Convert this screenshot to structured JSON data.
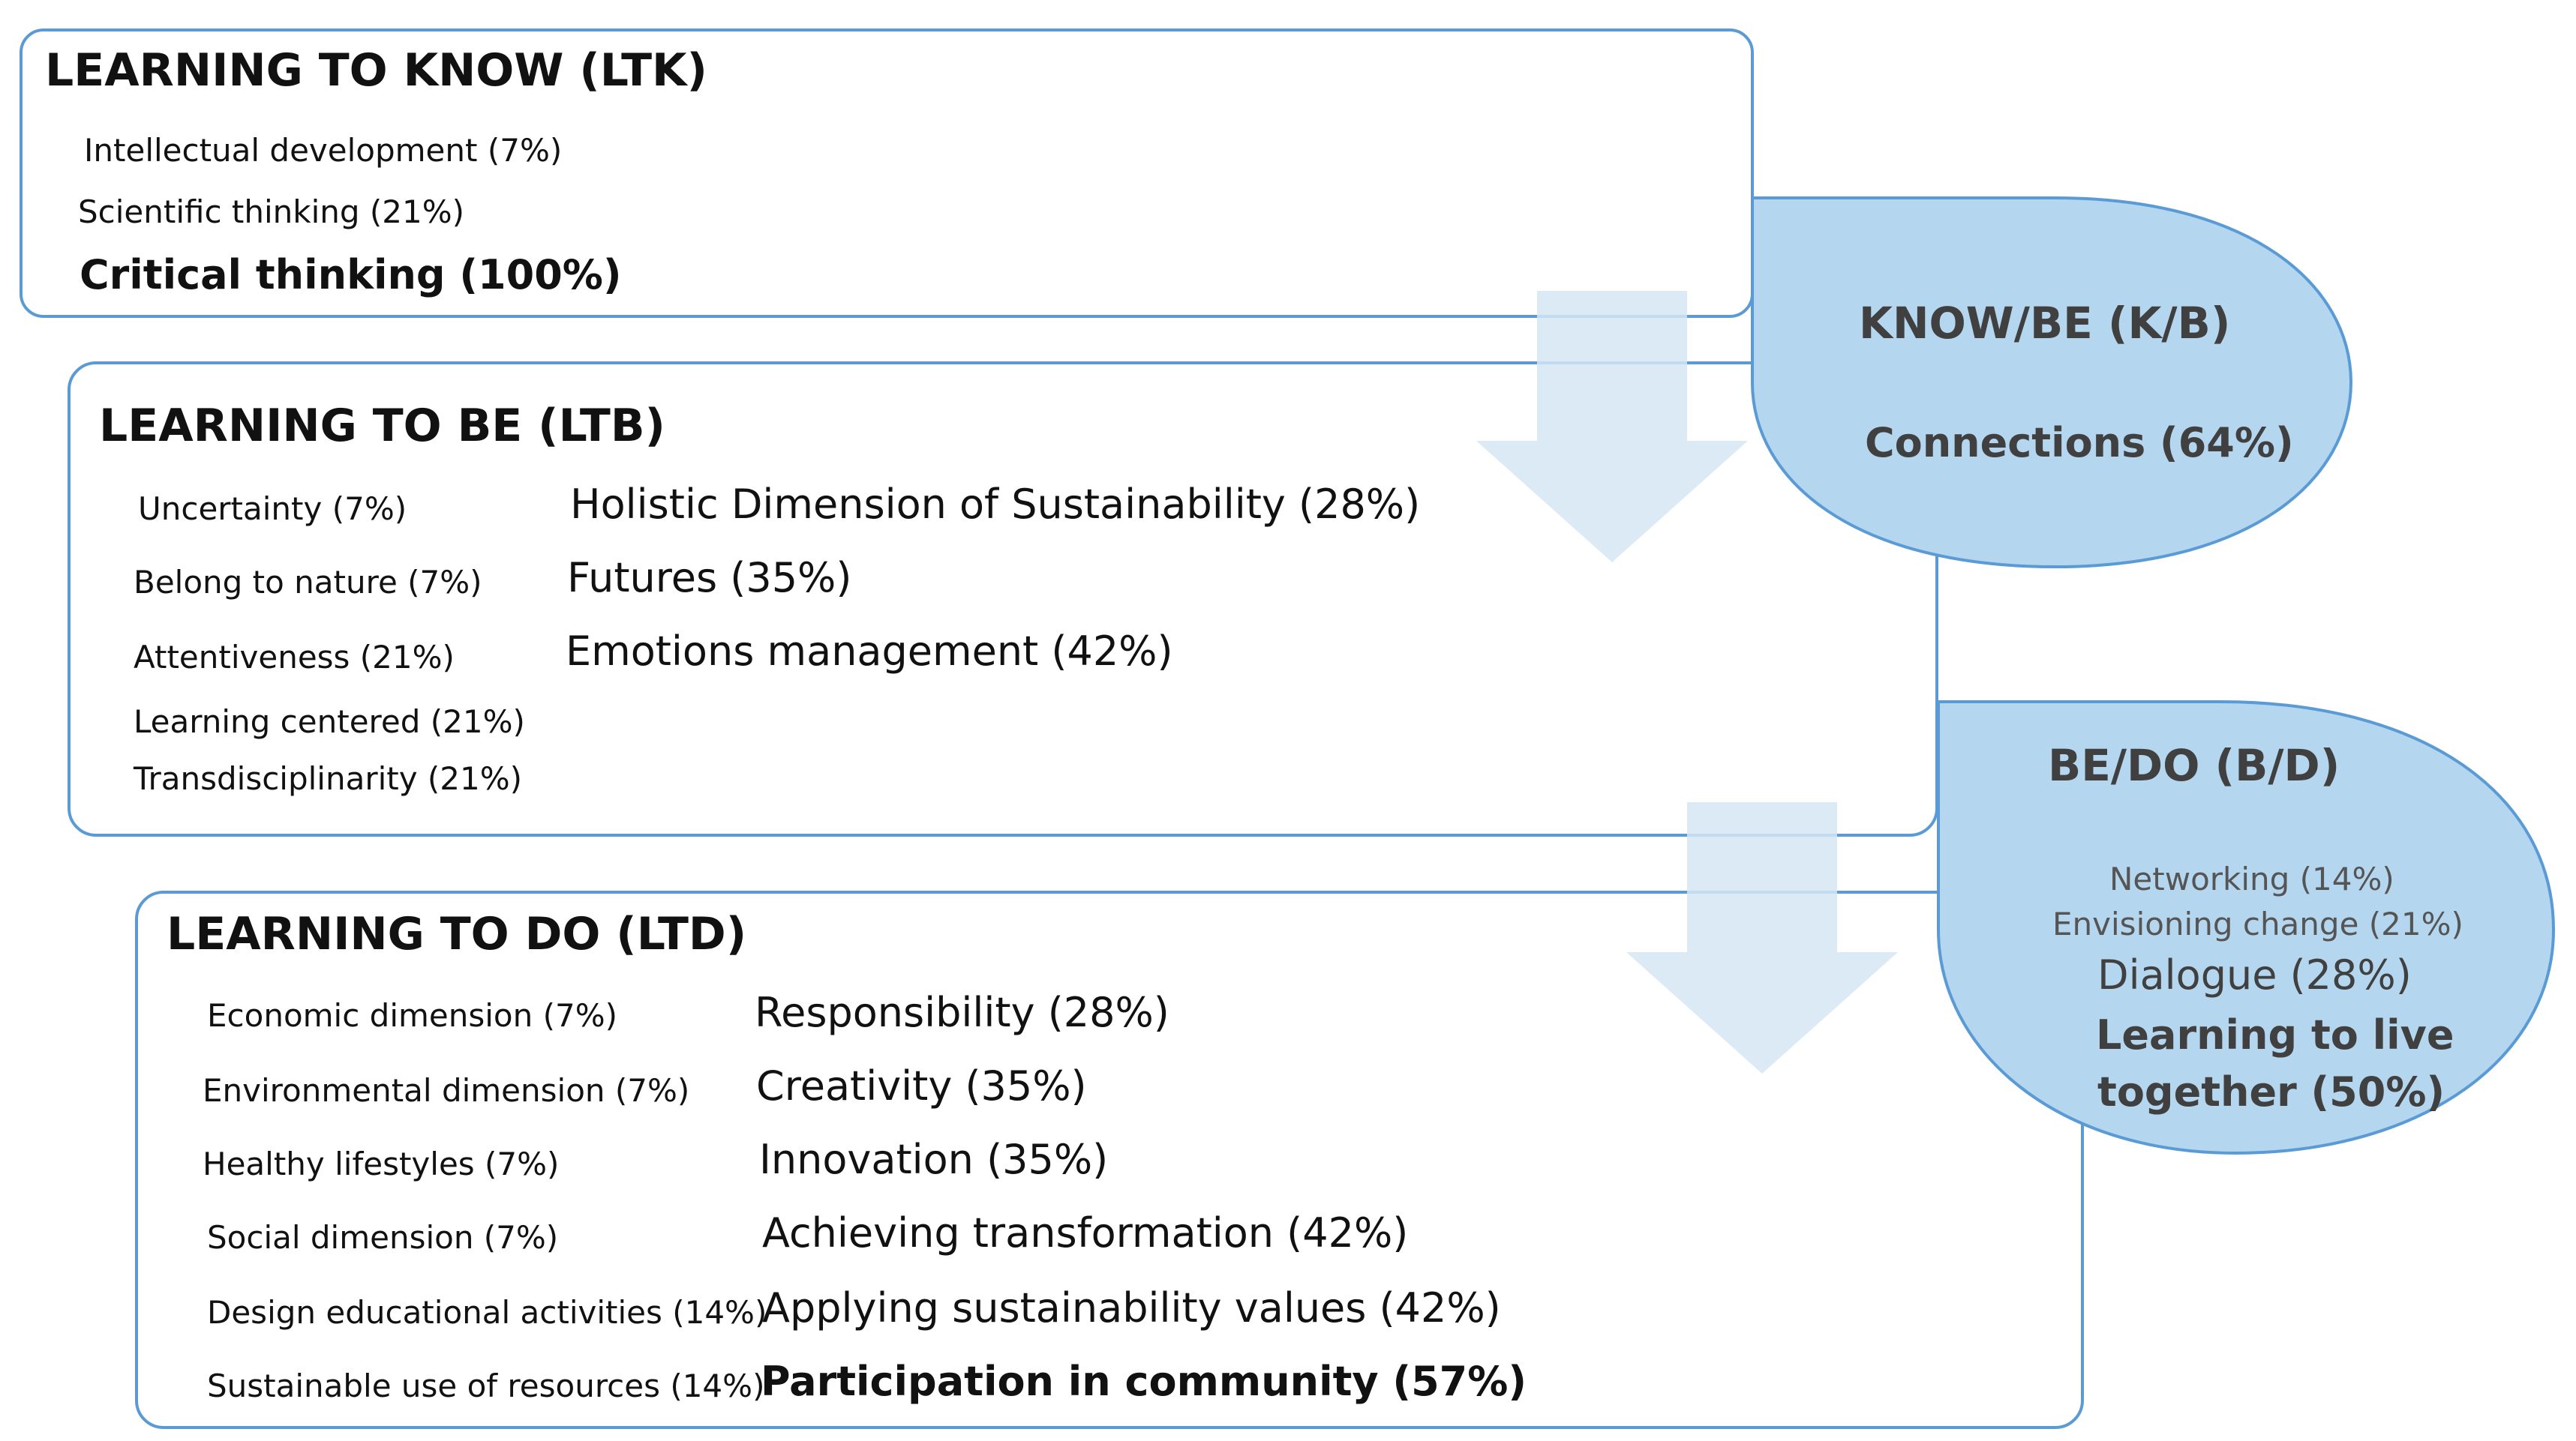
{
  "colors": {
    "box_border": "#5b9bd5",
    "bubble_fill": "#b4d6ef",
    "arrow_fill": "#d6e6f5"
  },
  "ltk": {
    "title": "LEARNING TO KNOW (LTK)",
    "items": [
      "Intellectual development (7%)",
      "Scientific thinking (21%)",
      "Critical thinking (100%)"
    ]
  },
  "ltb": {
    "title": "LEARNING TO BE (LTB)",
    "left": [
      "Uncertainty (7%)",
      "Belong to nature (7%)",
      "Attentiveness (21%)",
      "Learning centered (21%)",
      "Transdisciplinarity (21%)"
    ],
    "right": [
      "Holistic Dimension of Sustainability (28%)",
      "Futures (35%)",
      "Emotions management (42%)"
    ]
  },
  "ltd": {
    "title": "LEARNING TO DO (LTD)",
    "left": [
      "Economic dimension  (7%)",
      "Environmental dimension (7%)",
      "Healthy lifestyles (7%)",
      "Social dimension (7%)",
      "Design educational activities (14%)",
      "Sustainable use of resources (14%)"
    ],
    "right": [
      "Responsibility (28%)",
      "Creativity (35%)",
      "Innovation (35%)",
      "Achieving transformation (42%)",
      "Applying sustainability values (42%)",
      "Participation in community (57%)"
    ]
  },
  "kb": {
    "title": "KNOW/BE (K/B)",
    "item": "Connections (64%)"
  },
  "bd": {
    "title": "BE/DO (B/D)",
    "items": [
      "Networking (14%)",
      "Envisioning change (21%)",
      "Dialogue (28%)",
      "Learning to live",
      "together (50%)"
    ]
  }
}
